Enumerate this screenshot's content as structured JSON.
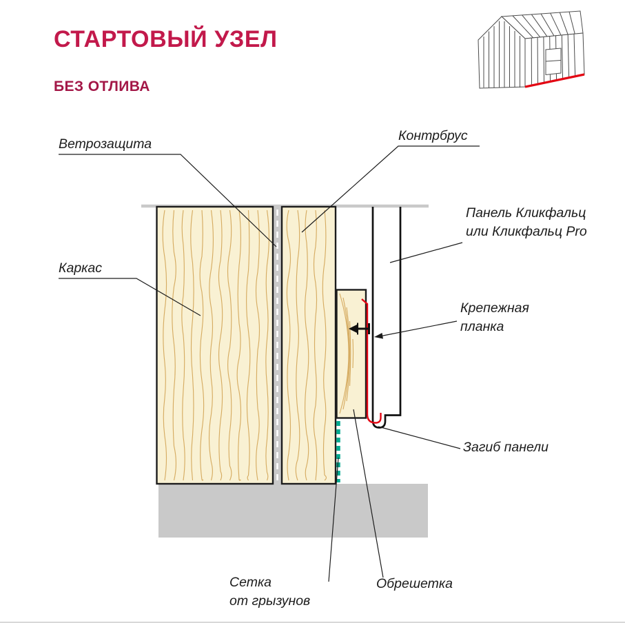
{
  "header": {
    "title": "СТАРТОВЫЙ УЗЕЛ",
    "subtitle": "БЕЗ ОТЛИВА"
  },
  "diagram": {
    "labels": {
      "windbreak": "Ветрозащита",
      "counter_batten": "Контрбрус",
      "frame": "Каркас",
      "panel": "Панель Кликфальц\nили Кликфальц Pro",
      "fastening_strip": "Крепежная\nпланка",
      "panel_bend": "Загиб панели",
      "rodent_mesh": "Сетка\nот грызунов",
      "lathing": "Обрешетка"
    }
  },
  "icons": {
    "house": "house-outline-with-red-base-edge-icon"
  },
  "colors": {
    "accent_red": "#C2194B",
    "subtitle_red": "#A31747",
    "wood_fill": "#F9F1D3",
    "wood_grain": "#D6AC62",
    "concrete_gray": "#C9C9C9",
    "mesh_teal": "#00A98F",
    "strip_red": "#E30613",
    "outline_dark": "#1C1C1C"
  }
}
